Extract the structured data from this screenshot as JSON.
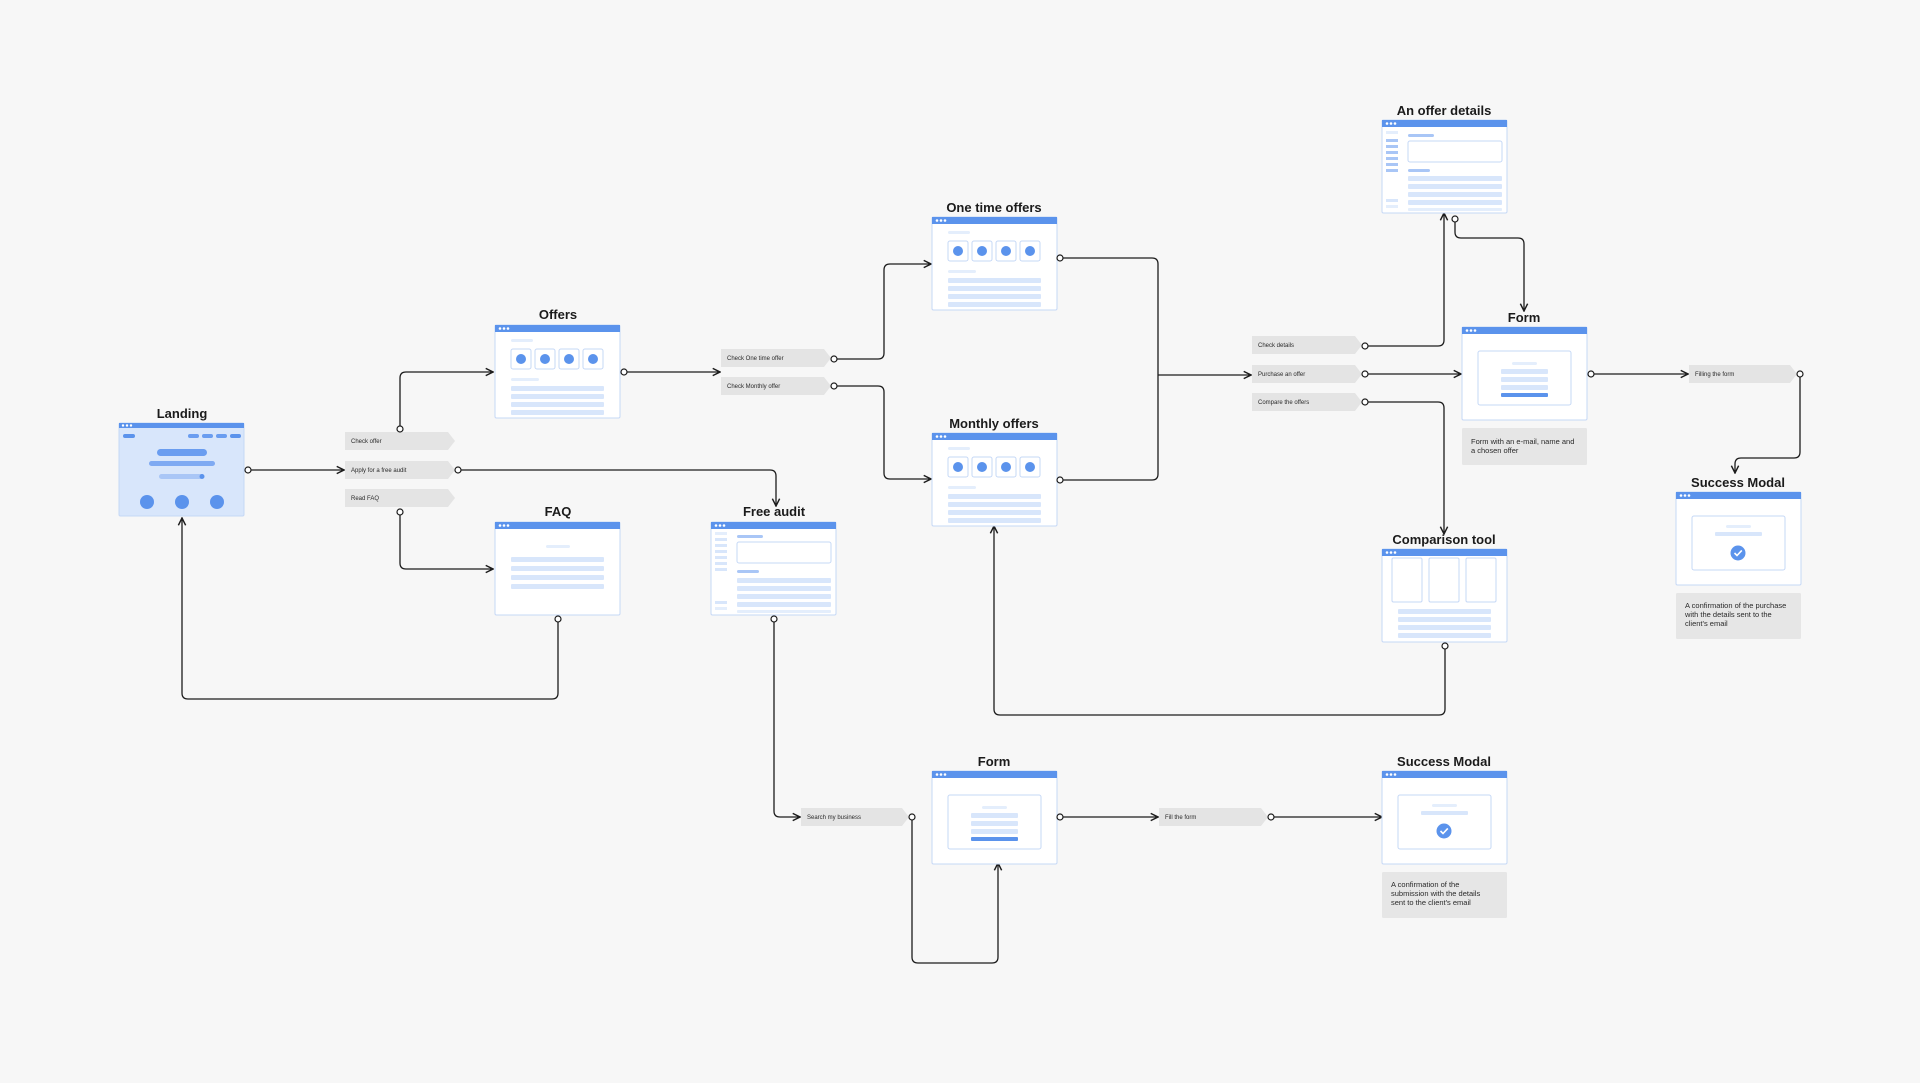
{
  "screens": {
    "landing": {
      "title": "Landing"
    },
    "offers": {
      "title": "Offers"
    },
    "faq": {
      "title": "FAQ"
    },
    "free_audit": {
      "title": "Free audit"
    },
    "one_time": {
      "title": "One time offers"
    },
    "monthly": {
      "title": "Monthly offers"
    },
    "offer_details": {
      "title": "An offer details"
    },
    "form_offer": {
      "title": "Form"
    },
    "comparison": {
      "title": "Comparison tool"
    },
    "success_top": {
      "title": "Success Modal"
    },
    "form_audit": {
      "title": "Form"
    },
    "success_bottom": {
      "title": "Success Modal"
    }
  },
  "actions": {
    "check_offer": "Check offer",
    "apply_audit": "Apply for a free audit",
    "read_faq": "Read FAQ",
    "check_one_time": "Check One time offer",
    "check_monthly": "Check Monthly offer",
    "check_details": "Check details",
    "purchase_offer": "Purchase an offer",
    "compare_offers": "Compare the offers",
    "filling_form": "Filling the form",
    "search_business": "Search my business",
    "fill_form": "Fill the form"
  },
  "notes": {
    "form_offer": [
      "Form with an e-mail, name and",
      "a chosen offer"
    ],
    "success_top": [
      "A confirmation of the purchase",
      "with the details sent to the",
      "client's email"
    ],
    "success_bottom": [
      "A confirmation of the",
      "submission with the details",
      "sent to the client's email"
    ]
  },
  "colors": {
    "accent": "#5b93ec",
    "light": "#d8e6fb",
    "pale": "#e4eefc",
    "border": "#c5d8f6",
    "line": "#1d1d1d",
    "tag": "#e4e4e4",
    "note": "#e6e6e6"
  }
}
